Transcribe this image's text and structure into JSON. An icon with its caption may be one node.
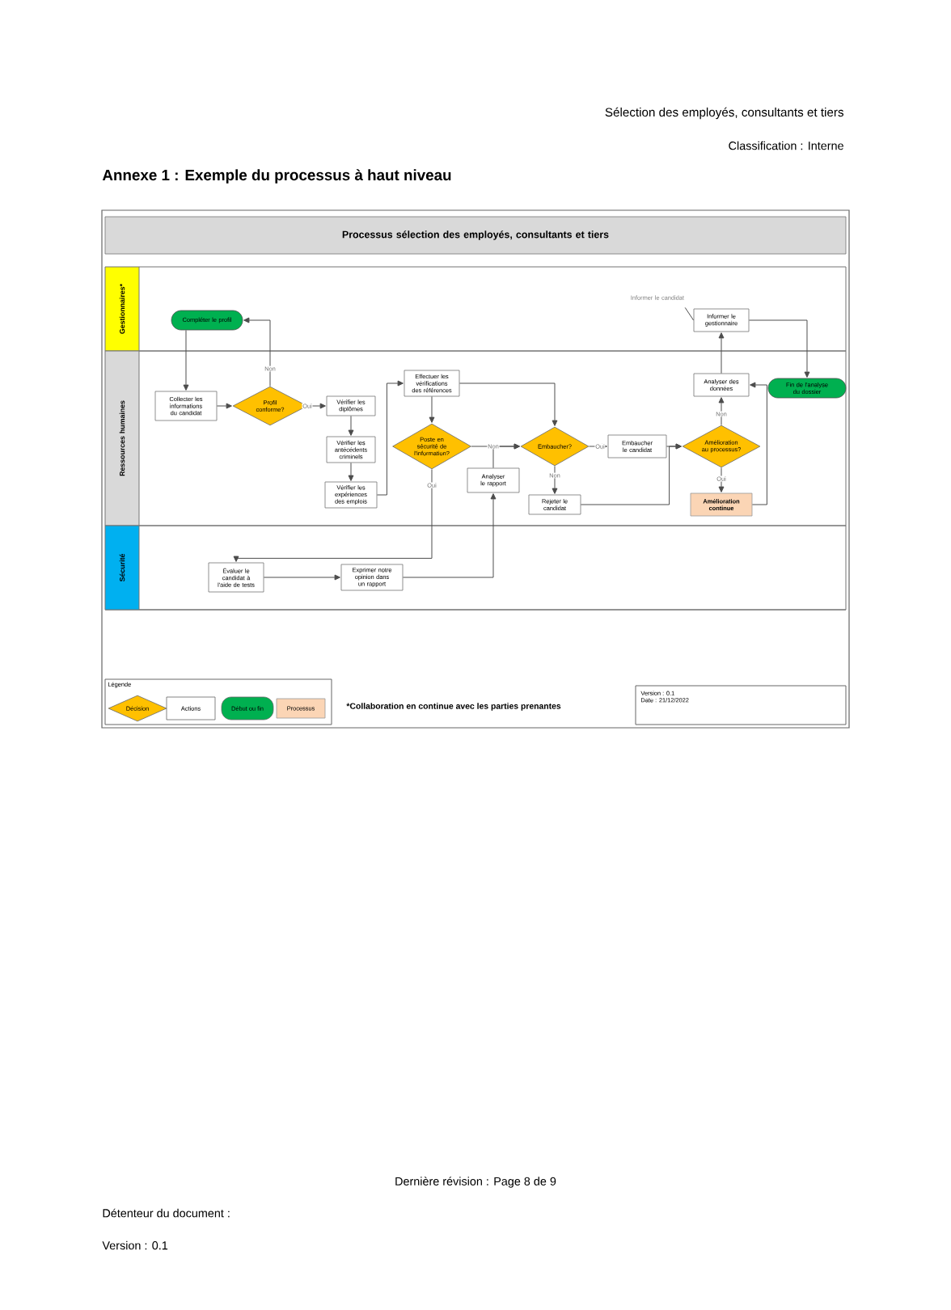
{
  "diagram": {
    "title": "Annexe 1 : Exemple du processus à haut niveau",
    "nodes": [
      {
        "text": [
          "Processus sélection des employés, consultants et tiers"
        ]
      },
      {
        "text": [
          "Gestionnaires*"
        ]
      },
      {
        "text": [
          "Compléter le profil"
        ],
        "in": 1
      },
      {
        "text": [
          "Informer le candidat"
        ],
        "in": 1
      },
      {
        "text": [
          "Informer le gestionnaire"
        ],
        "in": 1
      },
      {
        "text": [
          "Ressources humaines"
        ]
      },
      {
        "text": [
          "Collecter les informations du candidat"
        ],
        "in": 5
      },
      {
        "text": [
          "Profil conforme?"
        ],
        "in": 5
      },
      {
        "text": [
          "Vérifier les diplômes"
        ],
        "in": 5
      },
      {
        "text": [
          "Vérifier les antécédents criminels"
        ],
        "in": 5
      },
      {
        "text": [
          "Vérifier les expériences des emplois"
        ],
        "in": 5
      },
      {
        "text": [
          "Effectuer les vérifications des références"
        ],
        "in": 5
      },
      {
        "text": [
          "Poste en sécurité de l'information?"
        ],
        "in": 5
      },
      {
        "text": [
          "Embaucher?"
        ],
        "in": 5
      },
      {
        "text": [
          "Analyser le rapport"
        ],
        "in": 5
      },
      {
        "text": [
          "Rejeter le candidat"
        ],
        "in": 5
      },
      {
        "text": [
          "Embaucher le candidat"
        ],
        "in": 5
      },
      {
        "text": [
          "Amélioration au processus?"
        ],
        "in": 5
      },
      {
        "text": [
          "Amélioration continue"
        ],
        "in": 5
      },
      {
        "text": [
          "Analyser des données"
        ],
        "in": 5
      },
      {
        "text": [
          "Fin de l'analyse du dossier"
        ],
        "in": 5
      },
      {
        "text": [
          "Sécurité"
        ]
      },
      {
        "text": [
          "Évaluer le candidat à l'aide de tests"
        ],
        "in": 21
      },
      {
        "text": [
          "Exprimer notre opinion dans un rapport"
        ],
        "in": 21
      }
    ],
    "edges": [
      {
        "from": 2,
        "to": 6,
        "arrow": "to"
      },
      {
        "from": 6,
        "to": 7,
        "arrow": "to"
      },
      {
        "from": 7,
        "to": 2,
        "arrow": "to",
        "label": "Non"
      },
      {
        "from": 7,
        "to": 8,
        "arrow": "to",
        "label": "Oui"
      },
      {
        "from": 8,
        "to": 9,
        "arrow": "to"
      },
      {
        "from": 9,
        "to": 10,
        "arrow": "to"
      },
      {
        "from": 10,
        "to": 11,
        "arrow": "to"
      },
      {
        "from": 11,
        "to": 12,
        "arrow": "to"
      },
      {
        "from": 11,
        "to": 13,
        "arrow": "to"
      },
      {
        "from": 12,
        "to": 13,
        "arrow": "to",
        "label": "Non"
      },
      {
        "from": 12,
        "to": 22,
        "arrow": "to",
        "label": "Oui"
      },
      {
        "from": 22,
        "to": 23,
        "arrow": "to"
      },
      {
        "from": 23,
        "to": 14,
        "arrow": "to"
      },
      {
        "from": 14,
        "to": 13,
        "arrow": "to"
      },
      {
        "from": 13,
        "to": 15,
        "arrow": "to",
        "label": "Non"
      },
      {
        "from": 13,
        "to": 16,
        "arrow": "to",
        "label": "Oui"
      },
      {
        "from": 15,
        "to": 17,
        "arrow": "to"
      },
      {
        "from": 16,
        "to": 17,
        "arrow": "to"
      },
      {
        "from": 17,
        "to": 18,
        "arrow": "to",
        "label": "Oui"
      },
      {
        "from": 17,
        "to": 19,
        "arrow": "to",
        "label": "Non"
      },
      {
        "from": 18,
        "to": 19,
        "arrow": "to"
      },
      {
        "from": 19,
        "to": 4,
        "arrow": "to"
      },
      {
        "from": 4,
        "to": 20,
        "arrow": "to"
      },
      {
        "from": 3,
        "to": 4,
        "arrow": "none"
      }
    ],
    "labels": [
      "Sélection des employés, consultants et tiers",
      "Classification : Interne",
      "Légende",
      "*Collaboration en continue avec les parties prenantes",
      "Version : 0.1",
      "Date : 21/12/2022",
      "Dernière révision : Page 8 de 9",
      "Détenteur du document :",
      "Version : 0.1"
    ],
    "legend": [
      {
        "text": "Décision"
      },
      {
        "text": "Actions"
      },
      {
        "text": "Début ou fin"
      },
      {
        "text": "Processus"
      }
    ]
  }
}
